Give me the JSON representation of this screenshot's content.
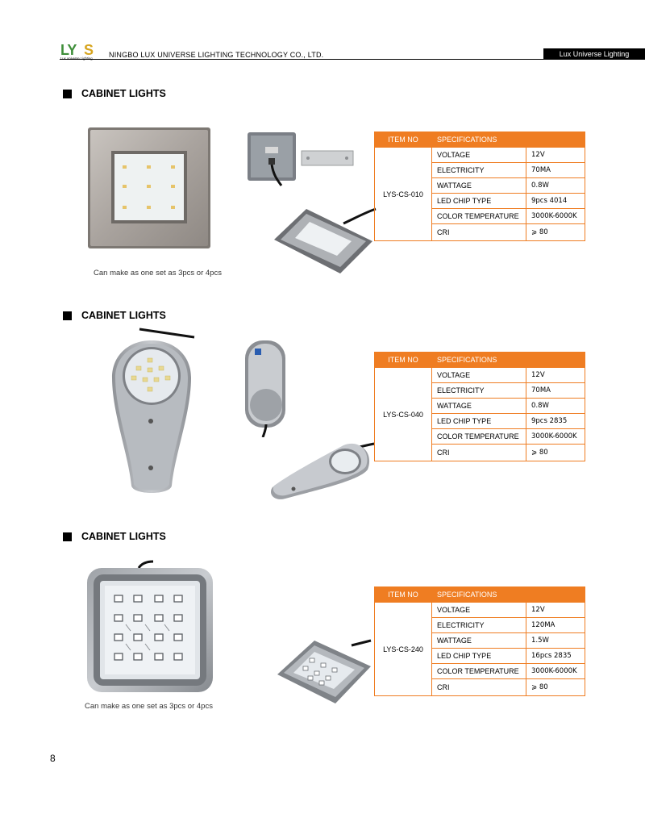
{
  "header": {
    "logo_text": "LYS",
    "logo_subtext": "Lux Universe Lighting",
    "company": "NINGBO LUX UNIVERSE LIGHTING TECHNOLOGY CO., LTD.",
    "tag": "Lux Universe Lighting"
  },
  "colors": {
    "accent": "#ef7d22",
    "logo_green": "#3f8f3a",
    "logo_gold": "#d7a520"
  },
  "table_headers": {
    "item_no": "ITEM NO",
    "specifications": "SPECIFICATIONS"
  },
  "sections": [
    {
      "title": "CABINET LIGHTS",
      "caption": "Can make as one set as 3pcs or 4pcs",
      "item_no": "LYS-CS-010",
      "specs": [
        {
          "label": "VOLTAGE",
          "value": "12V"
        },
        {
          "label": "ELECTRICITY",
          "value": "70MA"
        },
        {
          "label": "WATTAGE",
          "value": "0.8W"
        },
        {
          "label": "LED CHIP TYPE",
          "value": "9pcs 4014"
        },
        {
          "label": "COLOR TEMPERATURE",
          "value": "3000K-6000K"
        },
        {
          "label": "CRI",
          "value": "⩾ 80"
        }
      ]
    },
    {
      "title": "CABINET LIGHTS",
      "caption": "",
      "item_no": "LYS-CS-040",
      "specs": [
        {
          "label": "VOLTAGE",
          "value": "12V"
        },
        {
          "label": "ELECTRICITY",
          "value": "70MA"
        },
        {
          "label": "WATTAGE",
          "value": "0.8W"
        },
        {
          "label": "LED CHIP TYPE",
          "value": "9pcs 2835"
        },
        {
          "label": "COLOR TEMPERATURE",
          "value": "3000K-6000K"
        },
        {
          "label": "CRI",
          "value": "⩾ 80"
        }
      ]
    },
    {
      "title": "CABINET LIGHTS",
      "caption": "Can make as one set as 3pcs or 4pcs",
      "item_no": "LYS-CS-240",
      "specs": [
        {
          "label": "VOLTAGE",
          "value": "12V"
        },
        {
          "label": "ELECTRICITY",
          "value": "120MA"
        },
        {
          "label": "WATTAGE",
          "value": "1.5W"
        },
        {
          "label": "LED CHIP TYPE",
          "value": "16pcs 2835"
        },
        {
          "label": "COLOR TEMPERATURE",
          "value": "3000K-6000K"
        },
        {
          "label": "CRI",
          "value": "⩾ 80"
        }
      ]
    }
  ],
  "page_number": "8"
}
